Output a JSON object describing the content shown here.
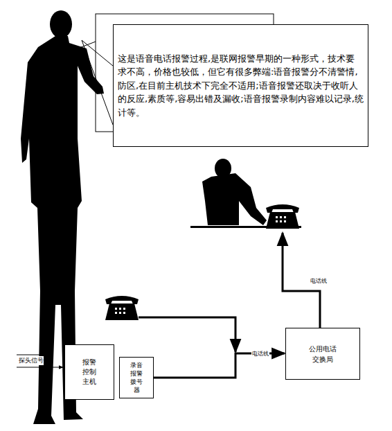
{
  "diagram": {
    "nodes": [
      {
        "text": [
          "这是语音电话报警过程,是联网报警早期的一种形式，技术要求不高，价格也较低，但它有很多弊端:语音报警分不清警情,防区,在目前主机技术下完全不适用;语音报警还取决于收听人的反应,素质等,容易出错及漏收;语音报警录制内容难以记录,统计等。"
        ]
      },
      {
        "text": [
          "报警控制主机"
        ]
      },
      {
        "text": [
          "录音报警拨号器"
        ]
      },
      {
        "text": [
          "公用电话交换局"
        ]
      }
    ],
    "edges": [
      {
        "from": 2,
        "to": 3,
        "arrow": "to",
        "label": "电话线"
      }
    ],
    "labels": [
      "探头信号",
      "电话线"
    ]
  }
}
